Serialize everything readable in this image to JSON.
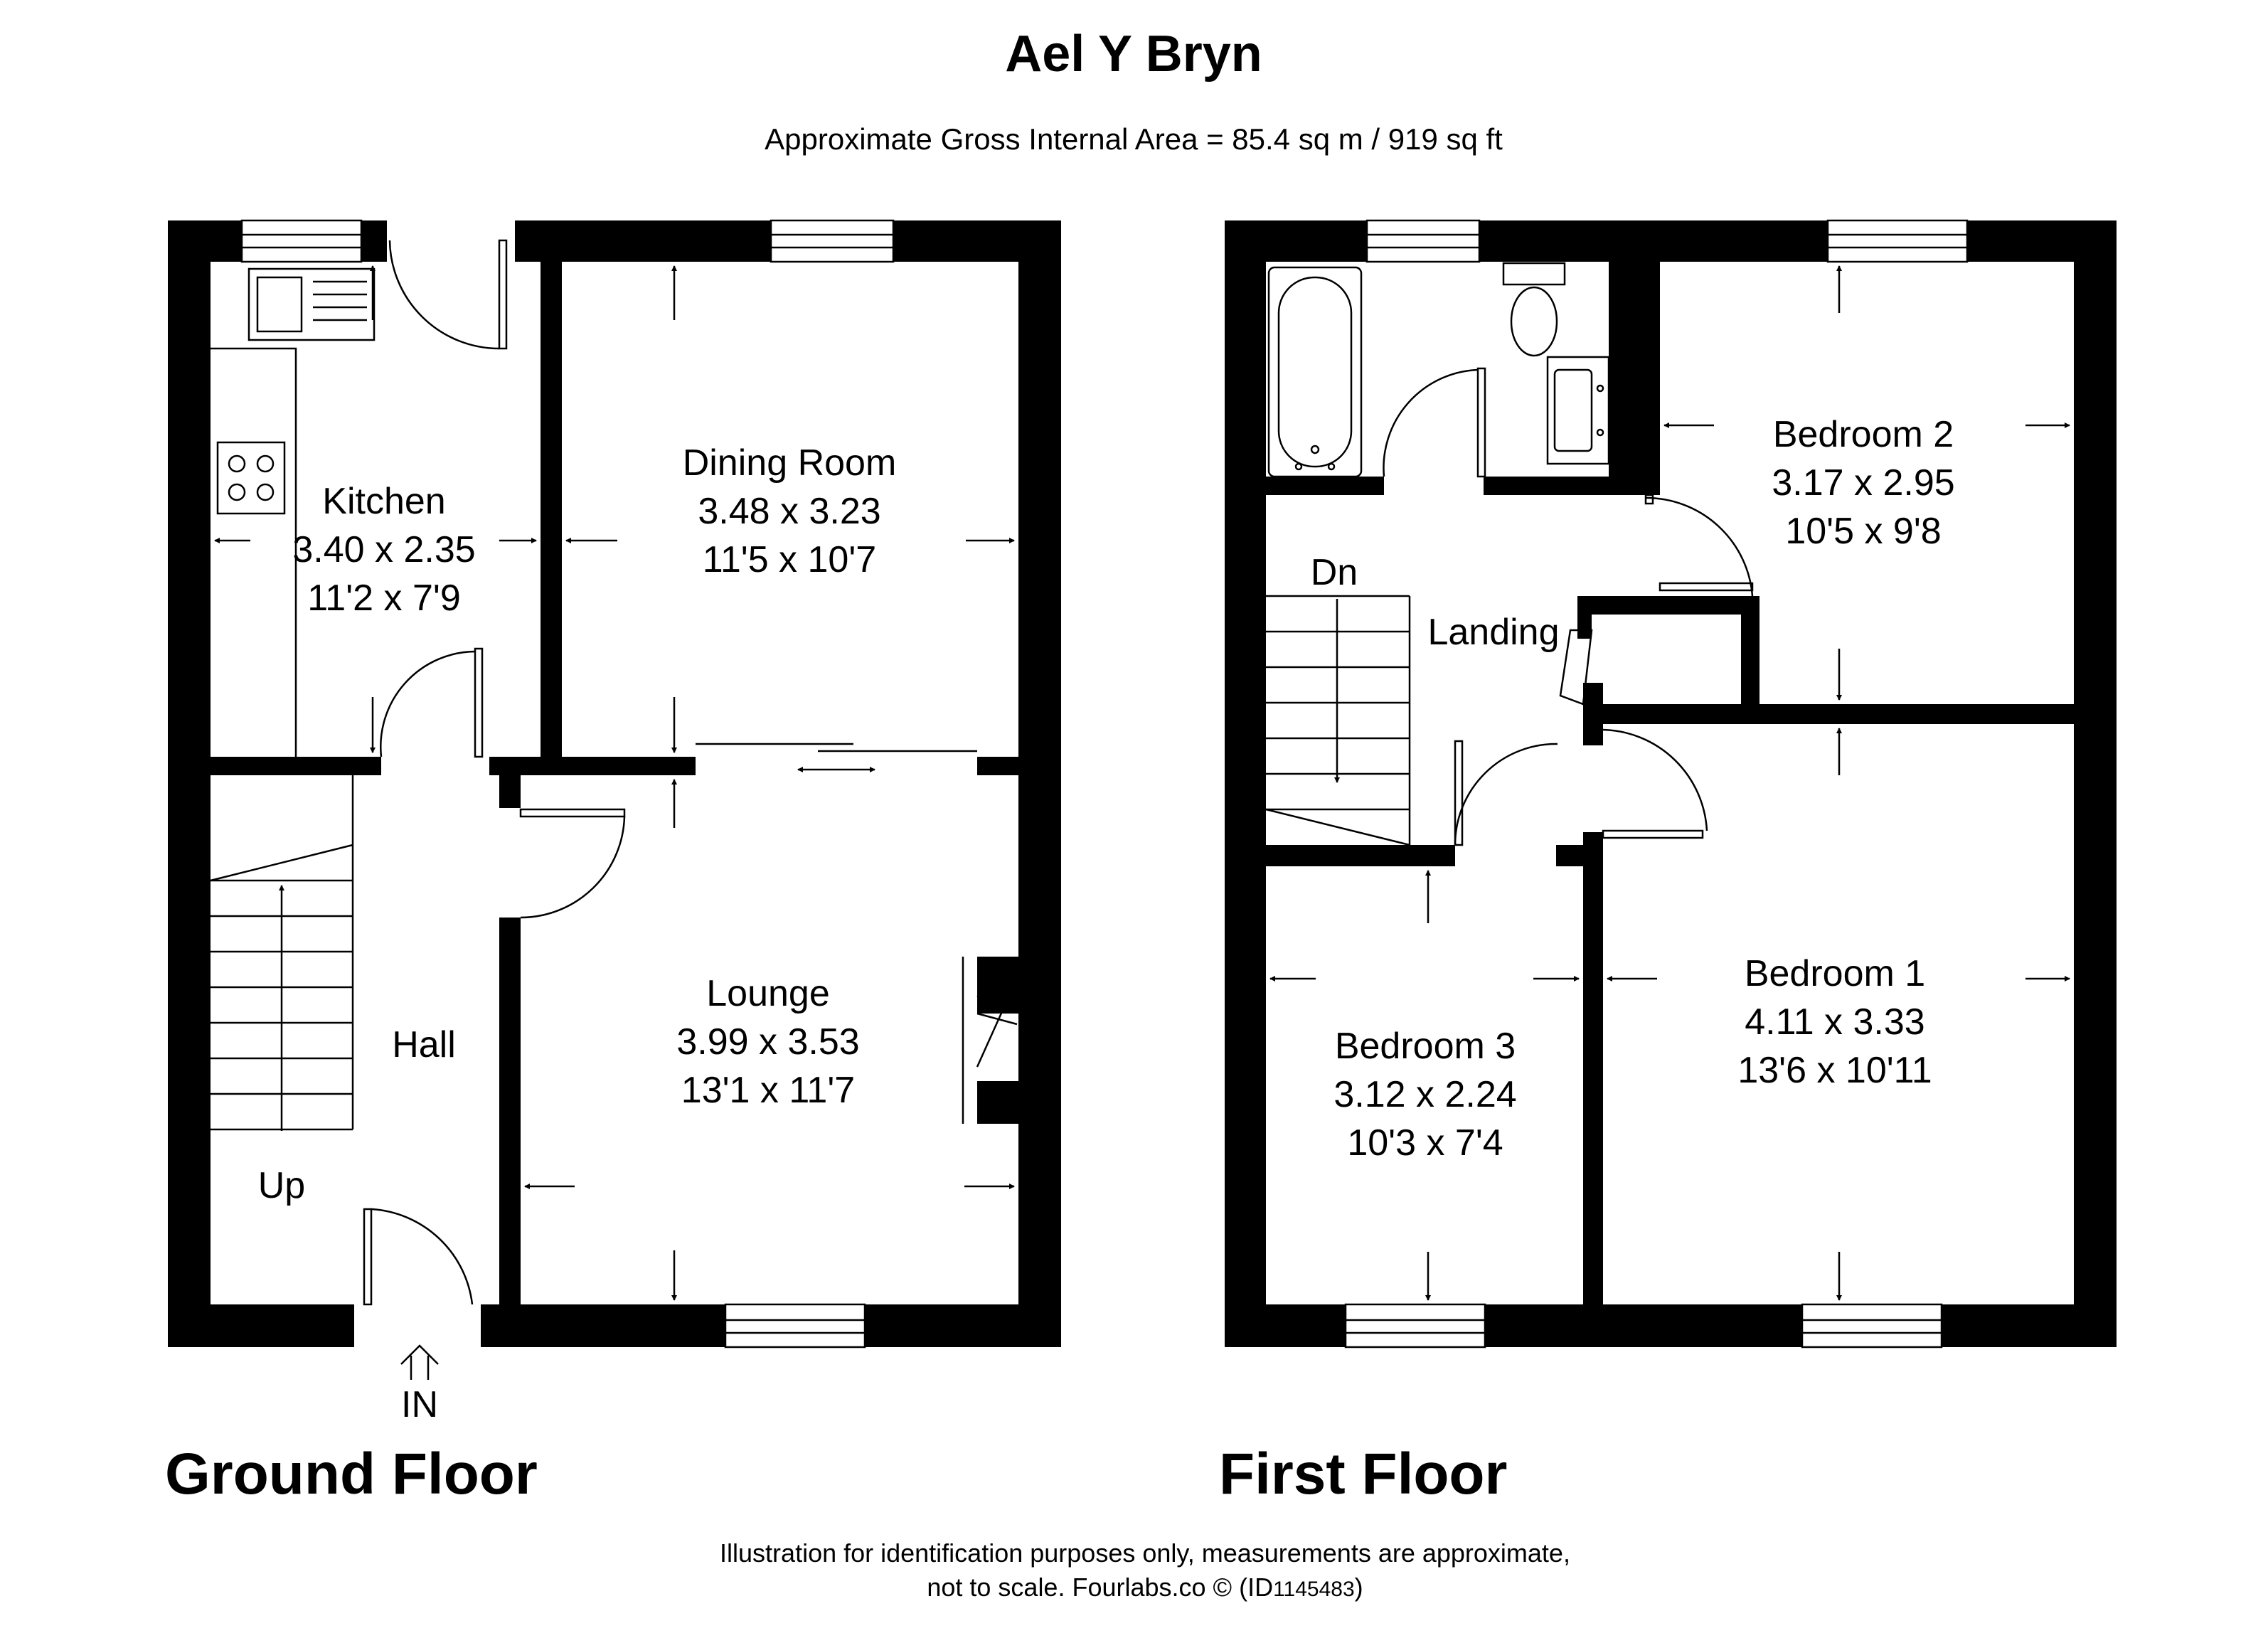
{
  "header": {
    "title": "Ael Y Bryn",
    "area": "Approximate Gross Internal Area = 85.4 sq m / 919 sq ft"
  },
  "ground_floor": {
    "label": "Ground Floor",
    "kitchen": {
      "name": "Kitchen",
      "metric": "3.40 x 2.35",
      "imperial": "11'2 x 7'9"
    },
    "dining": {
      "name": "Dining Room",
      "metric": "3.48 x 3.23",
      "imperial": "11'5 x 10'7"
    },
    "lounge": {
      "name": "Lounge",
      "metric": "3.99 x 3.53",
      "imperial": "13'1 x 11'7"
    },
    "hall": {
      "name": "Hall"
    },
    "stairs": {
      "label": "Up"
    },
    "entrance": {
      "label": "IN"
    }
  },
  "first_floor": {
    "label": "First Floor",
    "bedroom2": {
      "name": "Bedroom 2",
      "metric": "3.17 x 2.95",
      "imperial": "10'5 x 9'8"
    },
    "bedroom1": {
      "name": "Bedroom 1",
      "metric": "4.11 x 3.33",
      "imperial": "13'6 x 10'11"
    },
    "bedroom3": {
      "name": "Bedroom 3",
      "metric": "3.12 x 2.24",
      "imperial": "10'3 x 7'4"
    },
    "landing": {
      "name": "Landing"
    },
    "stairs": {
      "label": "Dn"
    }
  },
  "footer": {
    "line1": "Illustration for identification purposes only, measurements are approximate,",
    "line2_a": "not to scale. Fourlabs.co © (ID",
    "line2_id": "1145483",
    "line2_b": ")"
  }
}
